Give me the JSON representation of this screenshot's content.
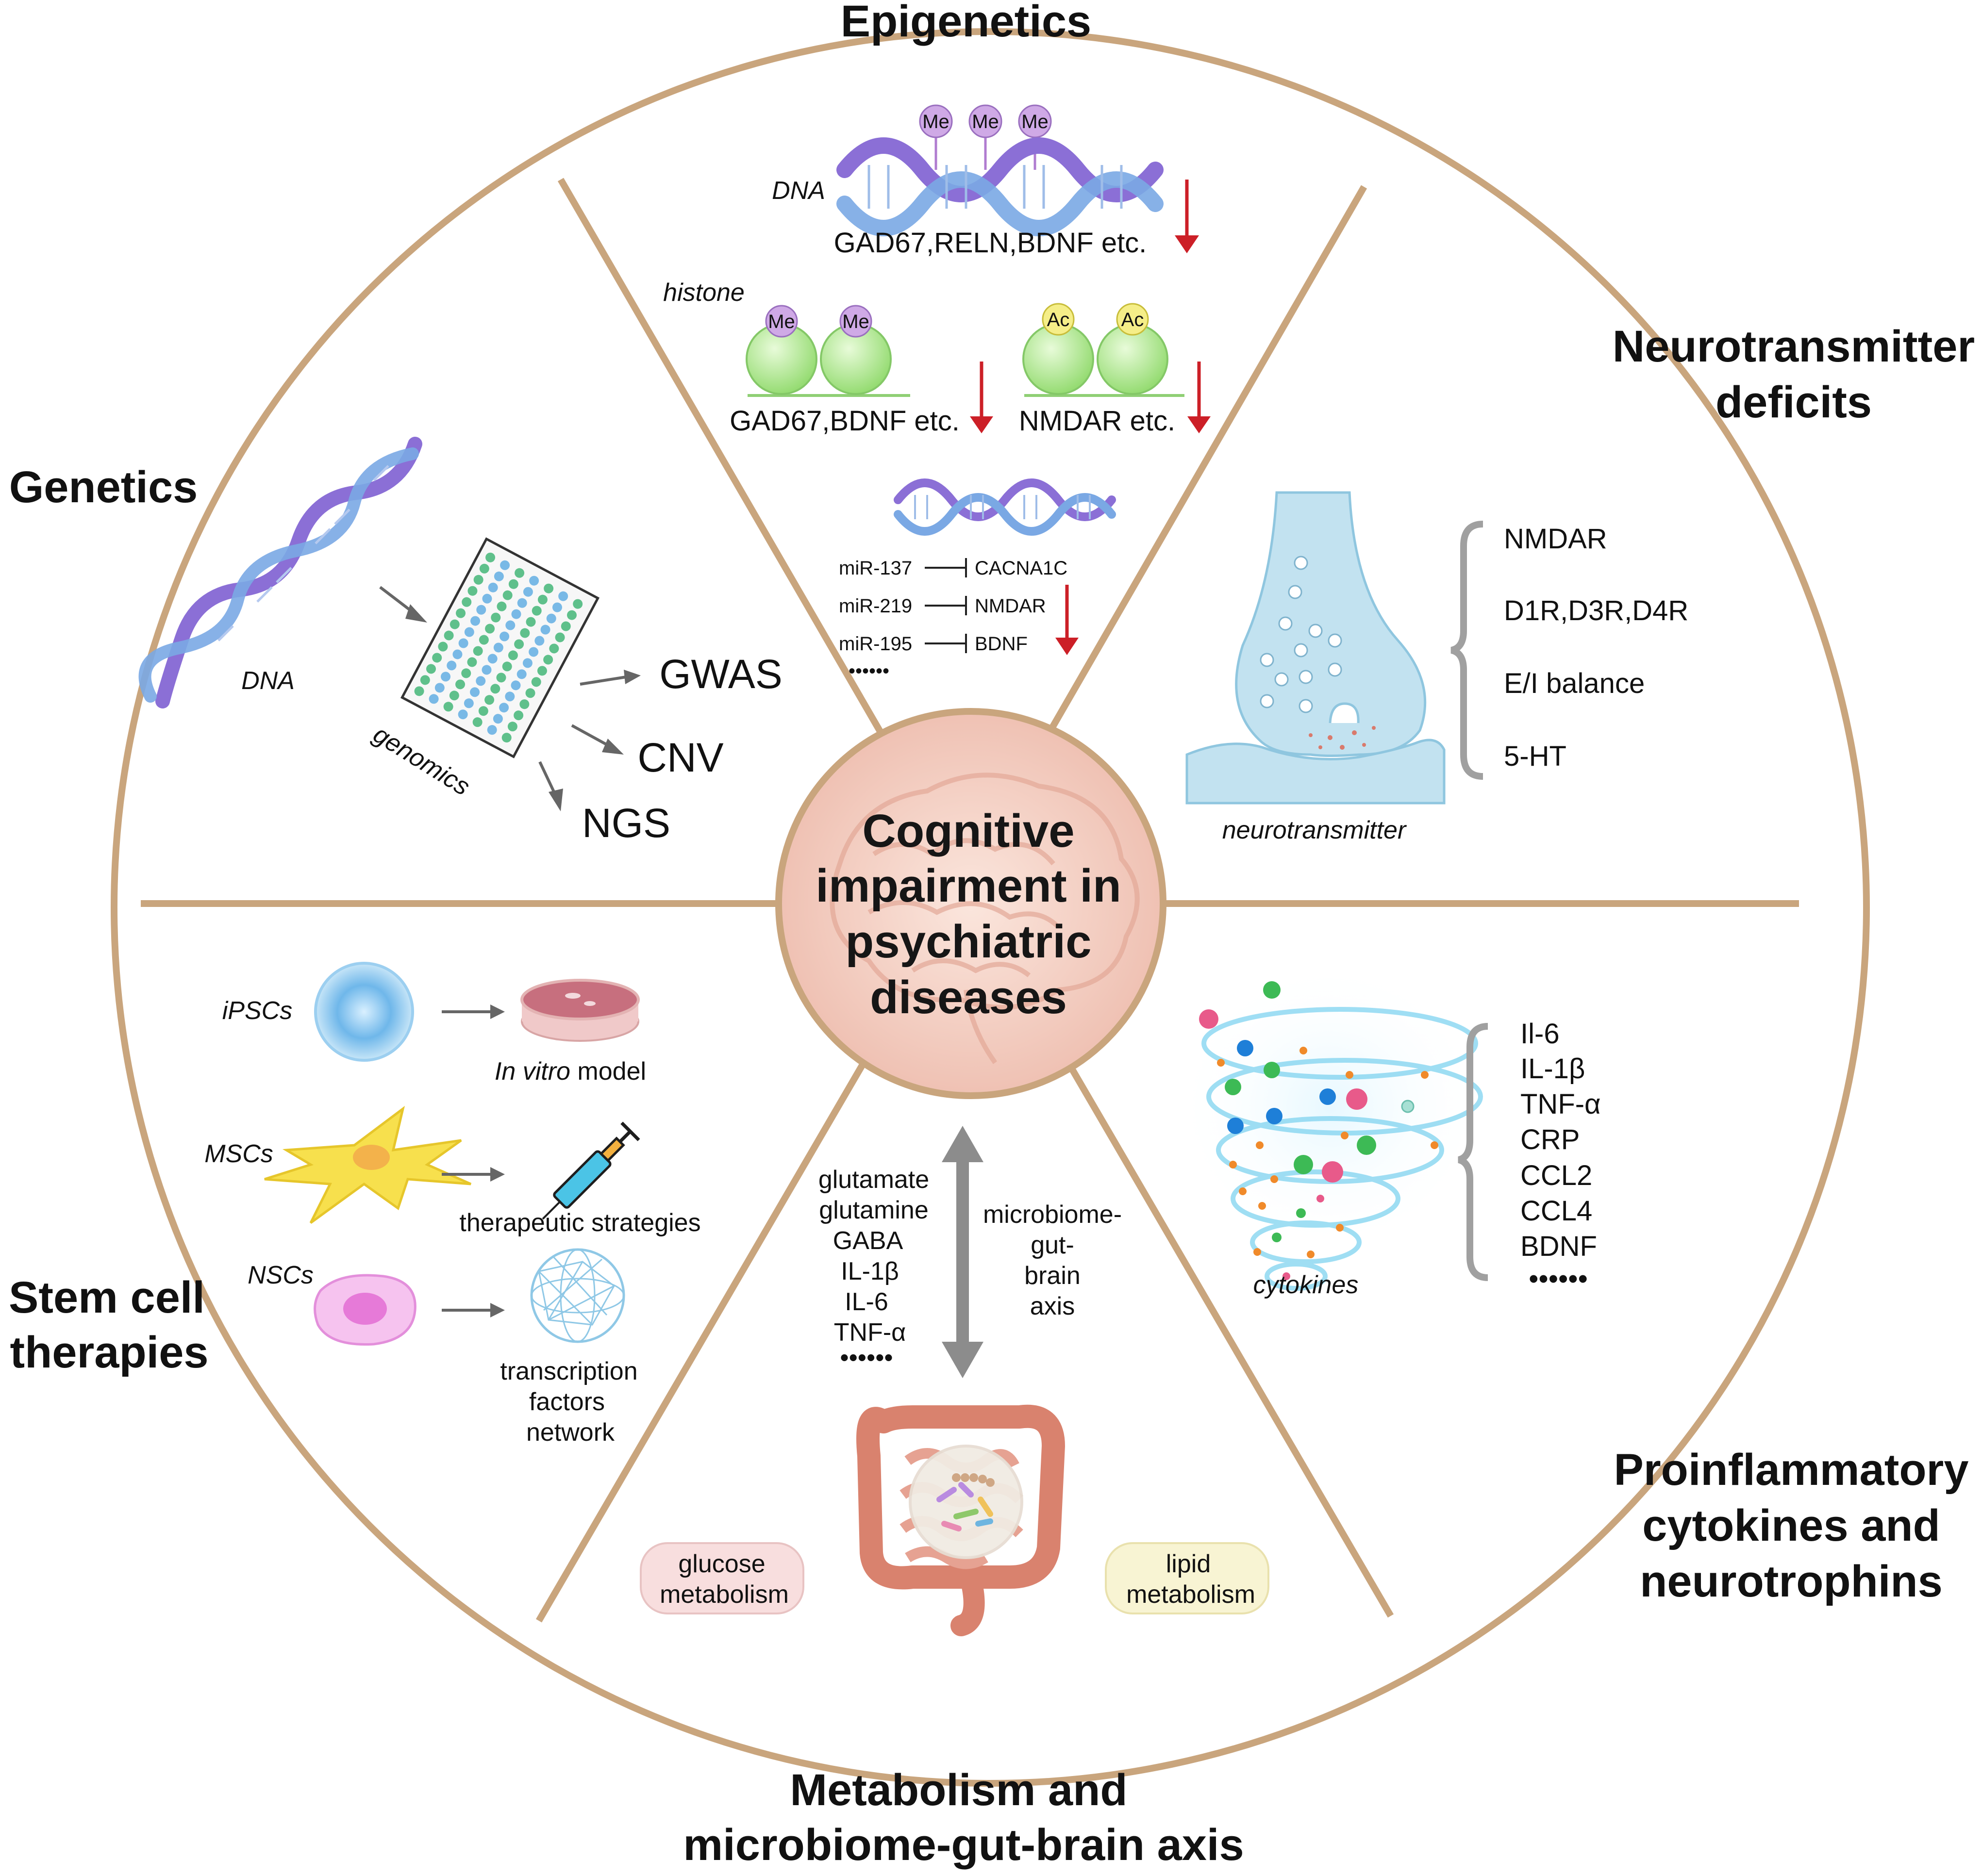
{
  "center": {
    "lines": [
      "Cognitive",
      "impairment in",
      "psychiatric",
      "diseases"
    ]
  },
  "sectors": {
    "epigenetics": {
      "title": "Epigenetics",
      "dna_label": "DNA",
      "me_labels": [
        "Me",
        "Me",
        "Me"
      ],
      "dna_genes": "GAD67,RELN,BDNF etc.",
      "histone_label": "histone",
      "histone_me_labels": [
        "Me",
        "Me"
      ],
      "histone_ac_labels": [
        "Ac",
        "Ac"
      ],
      "histone_me_genes": "GAD67,BDNF etc.",
      "histone_ac_genes": "NMDAR etc.",
      "mirnas": [
        {
          "mir": "miR-137",
          "target": "CACNA1C"
        },
        {
          "mir": "miR-219",
          "target": "NMDAR"
        },
        {
          "mir": "miR-195",
          "target": "BDNF"
        }
      ],
      "ellipsis": "••••••"
    },
    "neurotransmitter": {
      "title_lines": [
        "Neurotransmitter",
        "deficits"
      ],
      "items": [
        "NMDAR",
        "D1R,D3R,D4R",
        "E/I balance",
        "5-HT"
      ],
      "image_label": "neurotransmitter"
    },
    "cytokines": {
      "title_lines": [
        "Proinflammatory",
        "cytokines and",
        "neurotrophins"
      ],
      "items": [
        "Il-6",
        "IL-1β",
        "TNF-α",
        "CRP",
        "CCL2",
        "CCL4",
        "BDNF"
      ],
      "ellipsis": "••••••",
      "image_label": "cytokines"
    },
    "metabolism": {
      "title_lines": [
        "Metabolism and",
        "microbiome-gut-brain axis"
      ],
      "molecules": [
        "glutamate",
        "glutamine",
        "GABA",
        "IL-1β",
        "IL-6",
        "TNF-α"
      ],
      "ellipsis": "••••••",
      "axis_label": [
        "microbiome-",
        "gut-",
        "brain",
        "axis"
      ],
      "glucose": [
        "glucose",
        "metabolism"
      ],
      "lipid": [
        "lipid",
        "metabolism"
      ]
    },
    "stemcell": {
      "title_lines": [
        "Stem cell",
        "therapies"
      ],
      "ipscs": "iPSCs",
      "invitro_italic": "In vitro",
      "invitro_rest": " model",
      "mscs": "MSCs",
      "therapeutic": "therapeutic strategies",
      "nscs": "NSCs",
      "tf_network": [
        "transcription",
        "factors",
        "network"
      ]
    },
    "genetics": {
      "title": "Genetics",
      "dna_label": "DNA",
      "genomics_label": "genomics",
      "outputs": [
        "GWAS",
        "CNV",
        "NGS"
      ]
    }
  },
  "colors": {
    "divider": "#c9a57d",
    "arrow_red": "#cc1f27",
    "arrow_gray": "#666666",
    "me_purple": "#cfa9e6",
    "ac_yellow": "#f5ee88",
    "histone_green": "#b9eb9c",
    "synapse_blue": "#c2e2f0",
    "center_fill": "#f4d2c8",
    "glucose_fill": "#f8dede",
    "lipid_fill": "#f8f4d3"
  }
}
